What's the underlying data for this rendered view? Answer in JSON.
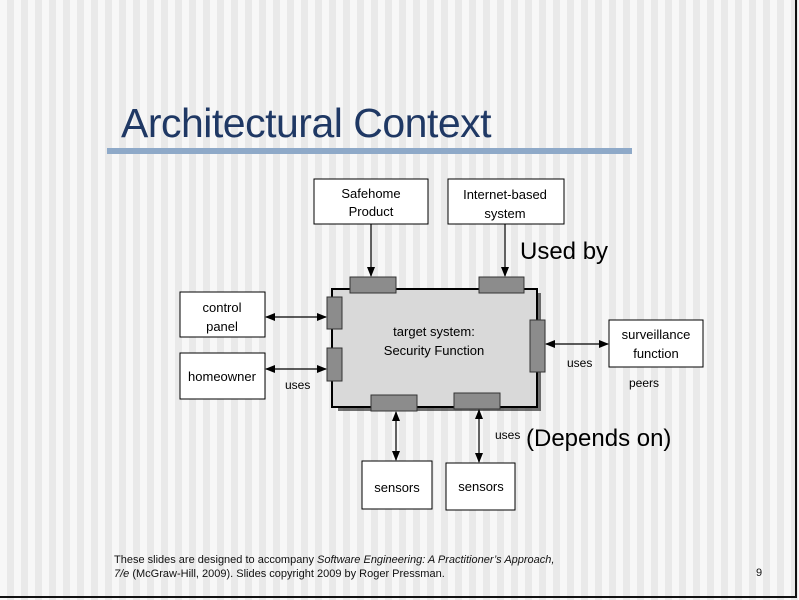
{
  "slide": {
    "title": "Architectural Context",
    "page_number": "9"
  },
  "footer": {
    "line1_prefix": "These slides are designed to accompany ",
    "line1_italic": "Software Engineering: A Practitioner’s Approach,",
    "line2_italic": "7/e",
    "line2_rest": " (McGraw-Hill, 2009). Slides copyright 2009 by Roger Pressman."
  },
  "diagram": {
    "target": {
      "line1": "target system:",
      "line2": "Security Function"
    },
    "safehome": {
      "line1": "Safehome",
      "line2": "Product"
    },
    "internet": {
      "line1": "Internet-based",
      "line2": "system"
    },
    "control_panel": {
      "line1": "control",
      "line2": "panel"
    },
    "homeowner": "homeowner",
    "surveillance": {
      "line1": "surveillance",
      "line2": "function"
    },
    "sensors_left": "sensors",
    "sensors_right": "sensors",
    "labels": {
      "used_by": "Used by",
      "uses_left": "uses",
      "uses_right": "uses",
      "peers": "peers",
      "uses_bottom": "uses",
      "depends_on": "(Depends on)"
    }
  }
}
